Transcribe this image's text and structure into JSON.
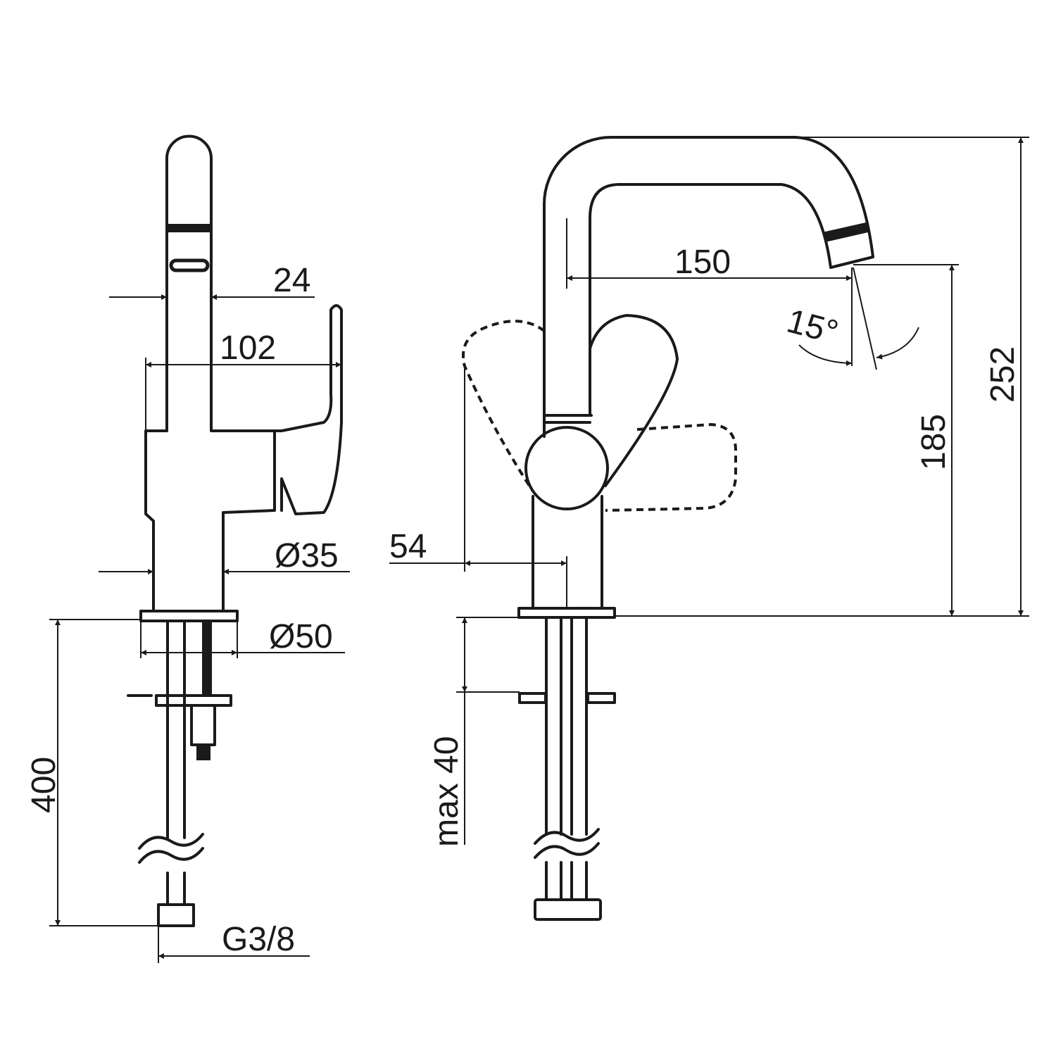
{
  "title": "Faucet technical dimension drawing",
  "side_view": {
    "dims": {
      "spout_width": "24",
      "depth": "102",
      "body_diameter": "Ø35",
      "base_diameter": "Ø50",
      "hose_length": "400",
      "connection": "G3/8"
    }
  },
  "front_view": {
    "dims": {
      "reach": "150",
      "angle": "15°",
      "outlet_height": "185",
      "total_height": "252",
      "handle_offset": "54",
      "deck_thickness": "max 40"
    }
  },
  "colors": {
    "line": "#1a1a1a",
    "background": "#ffffff"
  }
}
